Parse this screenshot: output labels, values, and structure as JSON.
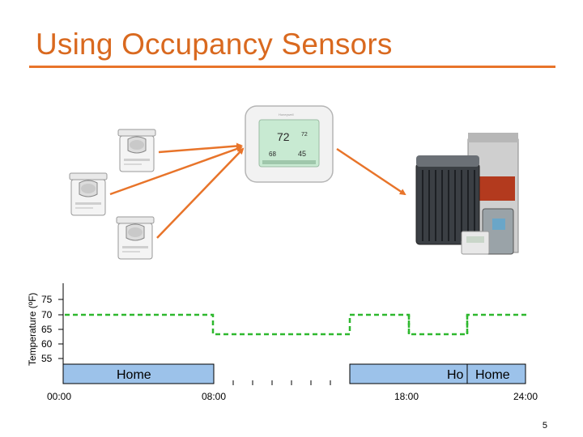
{
  "slide": {
    "title": "Using Occupancy Sensors",
    "page_number": "5",
    "accent_color": "#e8742a"
  },
  "devices": {
    "sensors": [
      {
        "icon": "occupancy-sensor-icon"
      },
      {
        "icon": "occupancy-sensor-icon"
      },
      {
        "icon": "occupancy-sensor-icon"
      }
    ],
    "thermostat": {
      "icon": "thermostat-icon",
      "display": {
        "temp_main": "72",
        "temp_set": "68",
        "temp_side_top": "72",
        "temp_side_bottom": "45"
      }
    },
    "hvac": {
      "icon": "hvac-unit-icon"
    }
  },
  "chart_data": {
    "type": "line",
    "ylabel": "Temperature (ºF)",
    "y_ticks": [
      "75",
      "70",
      "65",
      "60",
      "55"
    ],
    "x_ticks": [
      "00:00",
      "08:00",
      "18:00",
      "24:00"
    ],
    "setpoint_color": "#2eb82e",
    "occupancy_color": "#9cc2ea",
    "occupancy_blocks": [
      {
        "label": "Home"
      },
      {
        "label": "Ho"
      },
      {
        "label": "Home"
      }
    ]
  }
}
